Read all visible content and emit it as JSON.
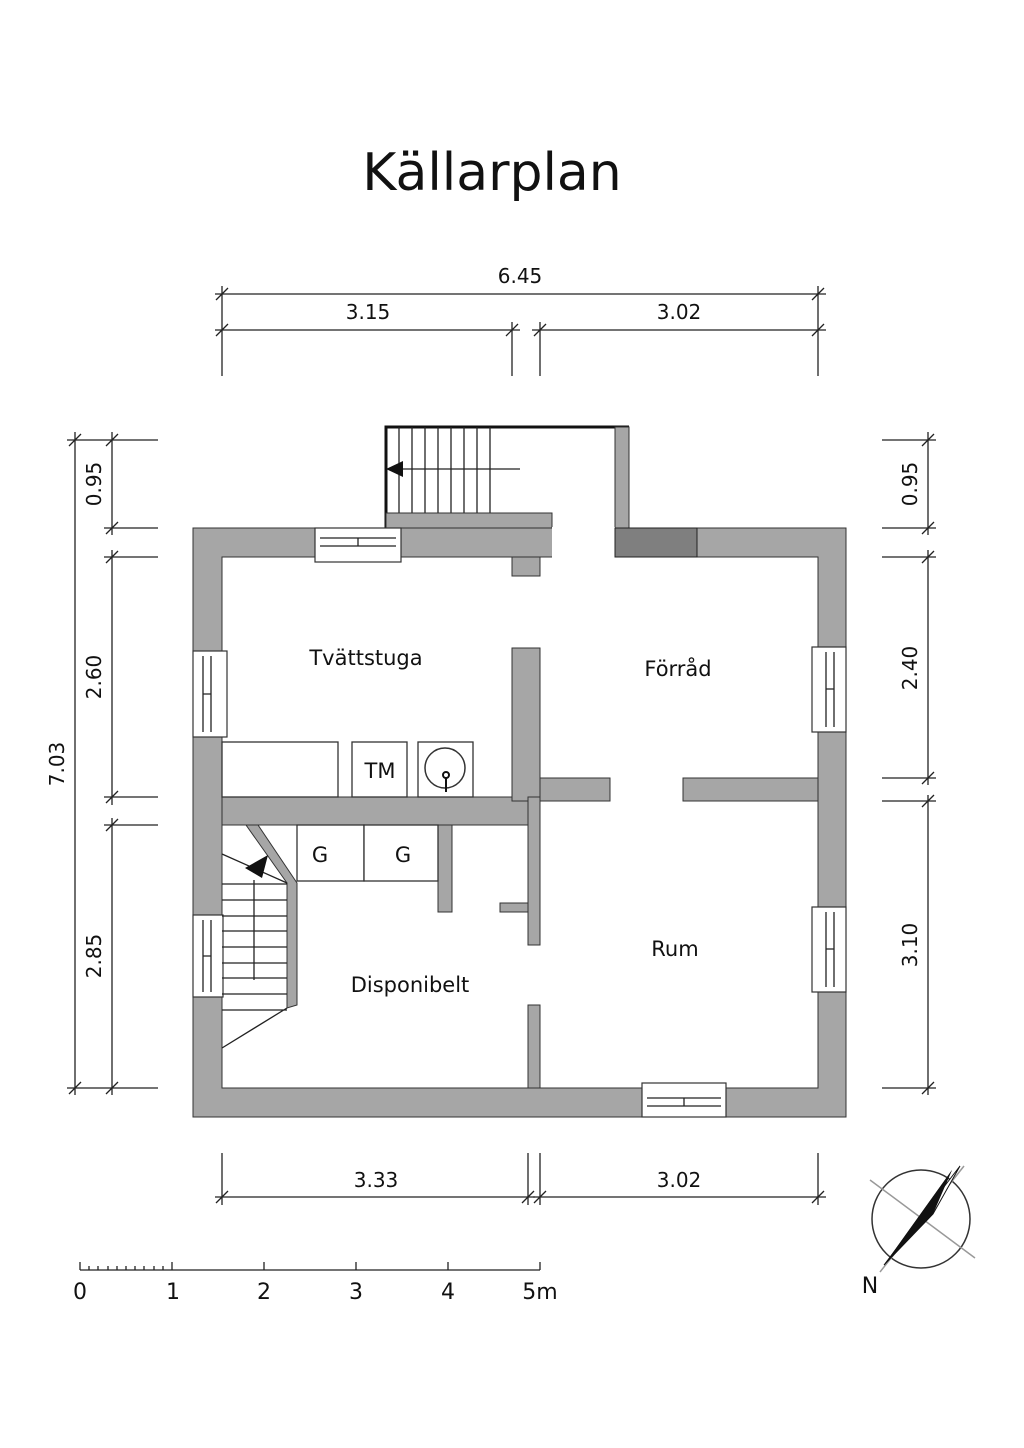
{
  "title": "Källarplan",
  "rooms": {
    "laundry": "Tvättstuga",
    "storage": "Förråd",
    "room": "Rum",
    "available": "Disponibelt"
  },
  "fixtures": {
    "dryer": "TM",
    "closet_1": "G",
    "closet_2": "G"
  },
  "dimensions": {
    "top_total": "6.45",
    "top_left": "3.15",
    "top_right": "3.02",
    "bottom_left": "3.33",
    "bottom_right": "3.02",
    "left_total": "7.03",
    "left_top": "0.95",
    "left_mid": "2.60",
    "left_bottom": "2.85",
    "right_top": "0.95",
    "right_mid": "2.40",
    "right_bottom": "3.10"
  },
  "scale_bar": {
    "labels": [
      "0",
      "1",
      "2",
      "3",
      "4",
      "5m"
    ]
  },
  "compass": {
    "label": "N"
  }
}
